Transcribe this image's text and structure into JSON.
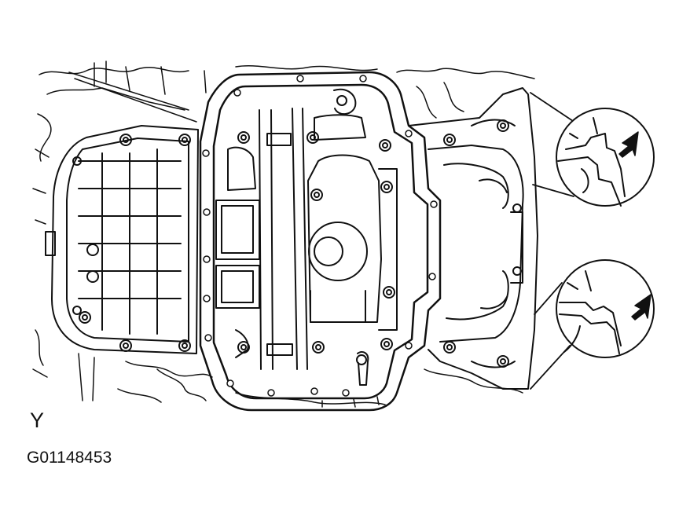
{
  "figure": {
    "view_label": "Y",
    "figure_id": "G01148453",
    "line_color": "#111111",
    "background": "#ffffff",
    "icons": [
      "oil-pan-drawing",
      "detail-circle-upper",
      "detail-circle-lower",
      "arrow-icon"
    ]
  }
}
